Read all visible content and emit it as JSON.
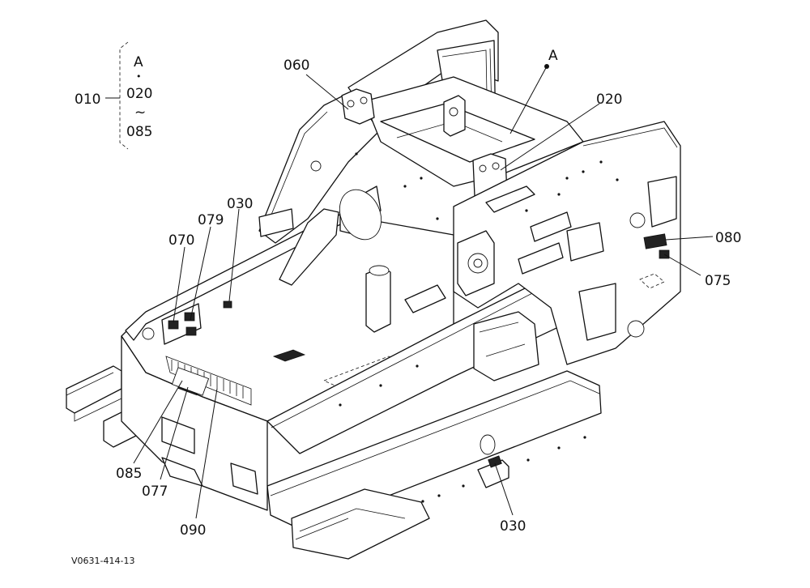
{
  "legend": {
    "group_label": "010",
    "items": [
      "A",
      "020",
      "085"
    ],
    "range_symbol": "~",
    "separator_dot": "•"
  },
  "callouts": {
    "c060": "060",
    "cA": "A",
    "c020": "020",
    "c030_top": "030",
    "c079": "079",
    "c070": "070",
    "c080": "080",
    "c075": "075",
    "c085": "085",
    "c077": "077",
    "c090": "090",
    "c030_bottom": "030"
  },
  "drawing_code": "V0631-414-13"
}
